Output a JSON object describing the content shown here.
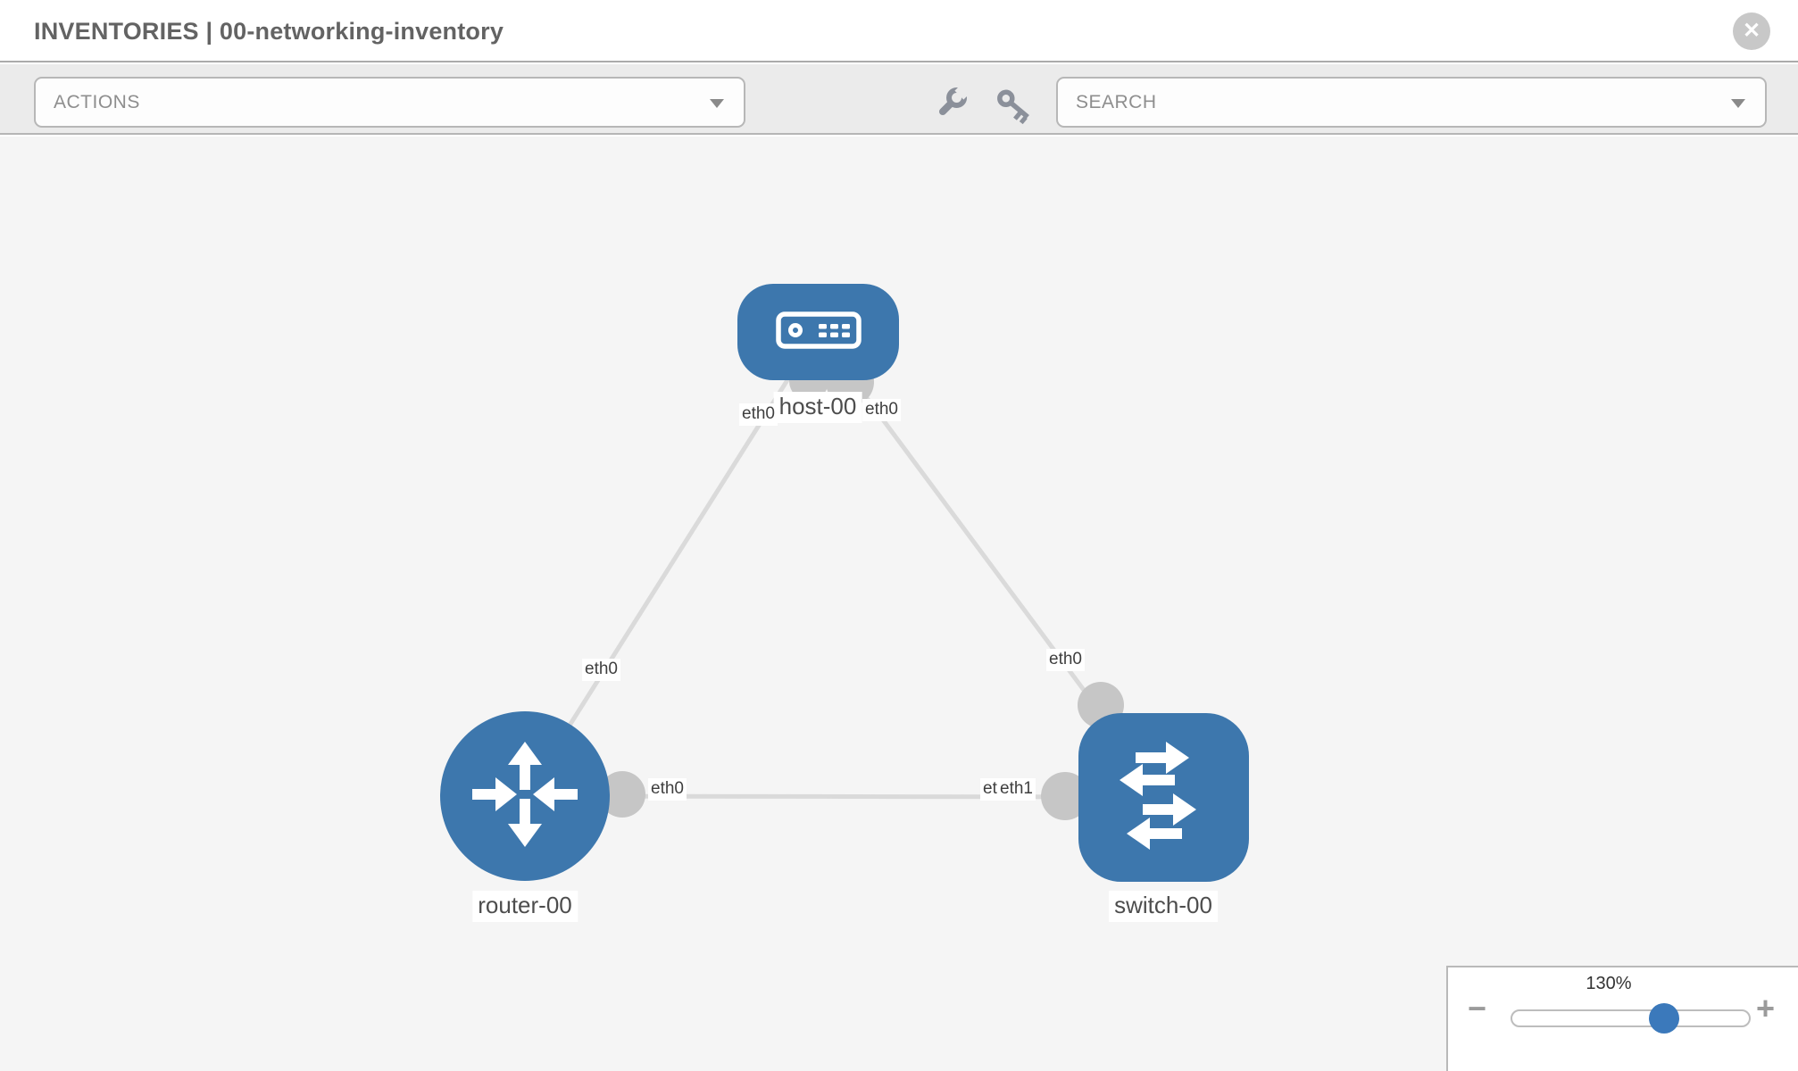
{
  "header": {
    "title": "INVENTORIES | 00-networking-inventory",
    "close_glyph": "✕"
  },
  "toolbar": {
    "actions": {
      "label": "ACTIONS"
    },
    "search": {
      "label": "SEARCH"
    },
    "tools": [
      {
        "icon": "wrench-icon"
      },
      {
        "icon": "key-icon"
      }
    ]
  },
  "topology": {
    "nodes": [
      {
        "label": "host-00",
        "type": "host"
      },
      {
        "label": "router-00",
        "type": "router"
      },
      {
        "label": "switch-00",
        "type": "switch"
      }
    ],
    "links": [
      {
        "from": "host-00",
        "from_interface": "eth0",
        "to": "router-00",
        "to_interface": "eth0"
      },
      {
        "from": "host-00",
        "from_interface": "eth0",
        "to": "switch-00",
        "to_interface": "eth0"
      },
      {
        "from": "router-00",
        "from_interface": "eth0",
        "to": "switch-00",
        "to_interface": "eth1"
      }
    ],
    "interface_labels": {
      "host_left": "eth0",
      "host_right": "eth0",
      "router_top": "eth0",
      "switch_top": "eth0",
      "bottom_link_router_side": "eth0",
      "bottom_link_switch_side_under": "eth0",
      "bottom_link_switch_side": "eth1"
    }
  },
  "zoom_control": {
    "value": "130%",
    "decrease_glyph": "−",
    "increase_glyph": "+"
  },
  "colors": {
    "node_blue": "#3D77AD",
    "knob_blue": "#3B79BB",
    "link_gray": "#DADADA",
    "dot_gray": "#C6C6C6",
    "toolbar_gray": "#EBEBEB",
    "canvas_gray": "#F5F5F5"
  }
}
